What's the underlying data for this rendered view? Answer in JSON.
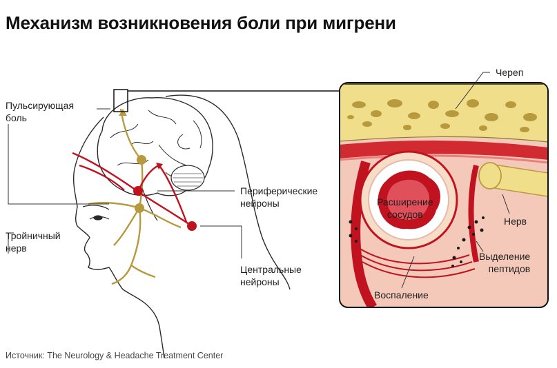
{
  "title": "Механизм возникновения боли при мигрени",
  "labels": {
    "pulsating_pain": "Пульсирующая\nболь",
    "trigeminal_nerve": "Тройничный\nнерв",
    "peripheral_neurons": "Периферические\nнейроны",
    "central_neurons": "Центральные\nнейроны",
    "skull": "Череп",
    "vasodilation": "Расширение\nсосудов",
    "nerve": "Нерв",
    "peptide_release": "Выделение\nпептидов",
    "inflammation": "Воспаление"
  },
  "source": "Источник: The Neurology & Headache Treatment Center",
  "colors": {
    "red": "#c0121f",
    "gold": "#b89a3e",
    "bone": "#f1de8a",
    "tissue": "#f4c9ba",
    "outline": "#2a2a2a"
  }
}
